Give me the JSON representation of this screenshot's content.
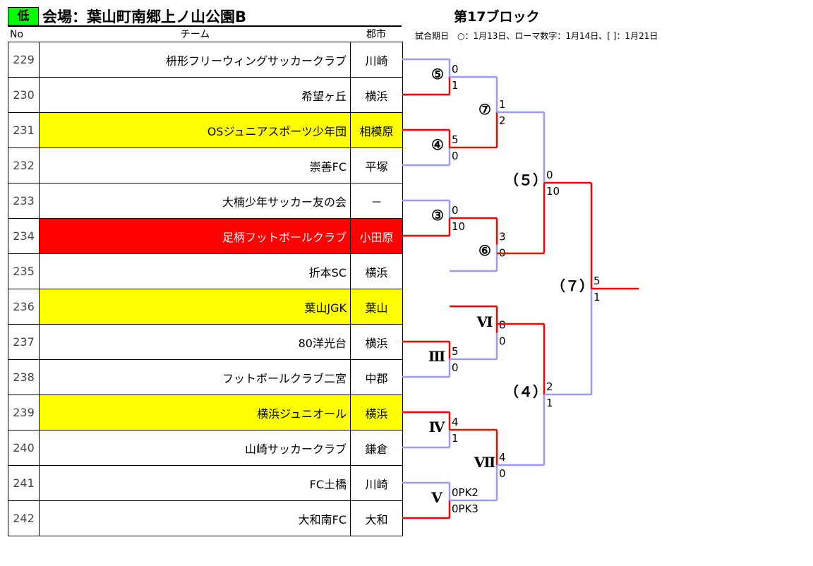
{
  "header": {
    "grade": "低",
    "venue": "会場：葉山町南郷上ノ山公園B",
    "block": "第17ブロック",
    "legend": "試合期日　○：1月13日、ローマ数字：1月14日、[ ]：1月21日",
    "col_no": "No",
    "col_team": "チーム",
    "col_city": "郡市"
  },
  "teams": [
    {
      "no": "229",
      "name": "枡形フリーウィングサッカークラブ",
      "city": "川崎",
      "highlight": ""
    },
    {
      "no": "230",
      "name": "希望ヶ丘",
      "city": "横浜",
      "highlight": ""
    },
    {
      "no": "231",
      "name": "OSジュニアスポーツ少年団",
      "city": "相模原",
      "highlight": "yellow"
    },
    {
      "no": "232",
      "name": "崇善FC",
      "city": "平塚",
      "highlight": ""
    },
    {
      "no": "233",
      "name": "大楠少年サッカー友の会",
      "city": "－",
      "highlight": ""
    },
    {
      "no": "234",
      "name": "足柄フットボールクラブ",
      "city": "小田原",
      "highlight": "red"
    },
    {
      "no": "235",
      "name": "折本SC",
      "city": "横浜",
      "highlight": ""
    },
    {
      "no": "236",
      "name": "葉山JGK",
      "city": "葉山",
      "highlight": "yellow"
    },
    {
      "no": "237",
      "name": "80洋光台",
      "city": "横浜",
      "highlight": ""
    },
    {
      "no": "238",
      "name": "フットボールクラブ二宮",
      "city": "中郡",
      "highlight": ""
    },
    {
      "no": "239",
      "name": "横浜ジュニオール",
      "city": "横浜",
      "highlight": "yellow"
    },
    {
      "no": "240",
      "name": "山崎サッカークラブ",
      "city": "鎌倉",
      "highlight": ""
    },
    {
      "no": "241",
      "name": "FC土橋",
      "city": "川崎",
      "highlight": ""
    },
    {
      "no": "242",
      "name": "大和南FC",
      "city": "大和",
      "highlight": ""
    }
  ],
  "matches": [
    {
      "label": "⑤",
      "scores": [
        "0",
        "1"
      ]
    },
    {
      "label": "④",
      "scores": [
        "5",
        "0"
      ]
    },
    {
      "label": "③",
      "scores": [
        "0",
        "10"
      ]
    },
    {
      "label": "⑥",
      "scores": [
        "3",
        "0"
      ]
    },
    {
      "label": "⑦",
      "scores": [
        "1",
        "2"
      ]
    },
    {
      "label": "Ⅲ",
      "scores": [
        "5",
        "0"
      ]
    },
    {
      "label": "Ⅳ",
      "scores": [
        "4",
        "1"
      ]
    },
    {
      "label": "Ⅴ",
      "scores": [
        "0PK2",
        "0PK3"
      ]
    },
    {
      "label": "Ⅵ",
      "scores": [
        "8",
        "0"
      ]
    },
    {
      "label": "Ⅶ",
      "scores": [
        "4",
        "0"
      ]
    },
    {
      "label": "（５）",
      "scores": [
        "0",
        "10"
      ]
    },
    {
      "label": "（４）",
      "scores": [
        "2",
        "1"
      ]
    },
    {
      "label": "（７）",
      "scores": [
        "5",
        "1"
      ]
    }
  ],
  "colors": {
    "winner_line": "#ff0000",
    "loser_line": "#9999ff",
    "grade_badge": "#00ff00",
    "highlight_yellow": "#ffff00",
    "highlight_red": "#ff0000"
  }
}
